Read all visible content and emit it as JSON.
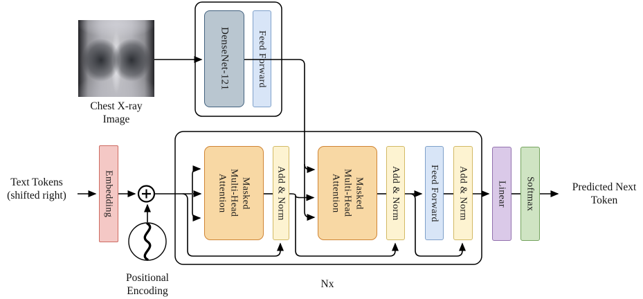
{
  "labels": {
    "chest_xray": "Chest X-ray\nImage",
    "text_tokens": "Text Tokens\n(shifted right)",
    "positional_encoding": "Positional\nEncoding",
    "predicted_next_token": "Predicted Next\nToken",
    "nx": "Nx"
  },
  "blocks": {
    "densenet": "DenseNet-121",
    "encoder_feed_forward": "Feed Forward",
    "embedding": "Embedding",
    "masked_mha_1": "Masked\nMulti-Head\nAttention",
    "add_norm_1": "Add & Norm",
    "masked_mha_2": "Masked\nMulti-Head\nAttention",
    "add_norm_2": "Add & Norm",
    "decoder_feed_forward": "Feed Forward",
    "add_norm_3": "Add & Norm",
    "linear": "Linear",
    "softmax": "Softmax"
  },
  "icons": {
    "plus_circle": "plus-in-circle (vector add)",
    "sine_wave": "sinusoid (positional encoding)"
  },
  "colors": {
    "pink_fill": "#f4c8c5",
    "pink_border": "#cd6a60",
    "orange_fill": "#f8d8a4",
    "orange_border": "#cf8433",
    "yellow_fill": "#fdf3d1",
    "yellow_border": "#d2b964",
    "blue_fill": "#d8e5f7",
    "blue_border": "#7ea0c9",
    "slate_fill": "#b9c6d0",
    "slate_border": "#42617e",
    "purple_fill": "#dac9e8",
    "purple_border": "#9271ae",
    "green_fill": "#cfe4c3",
    "green_border": "#74a35e",
    "line": "#000000"
  }
}
